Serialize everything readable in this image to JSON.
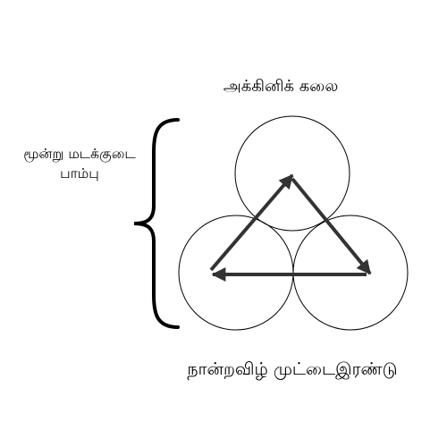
{
  "labels": {
    "top": "அக்கினிக் கலை",
    "left_line1": "மூன்று மடக்குடை",
    "left_line2": "பாம்பு",
    "bottom": "நான்றவிழ் முட்டைஇரண்டு"
  },
  "colors": {
    "stroke": "#000000",
    "arrow": "#333333",
    "background": "#ffffff"
  },
  "diagram": {
    "circles": [
      "top",
      "bottom-left",
      "bottom-right"
    ],
    "arrows": [
      {
        "from": "bottom-left",
        "to": "top"
      },
      {
        "from": "top",
        "to": "bottom-right"
      },
      {
        "from": "bottom-right",
        "to": "bottom-left"
      }
    ],
    "brace_side": "left"
  }
}
